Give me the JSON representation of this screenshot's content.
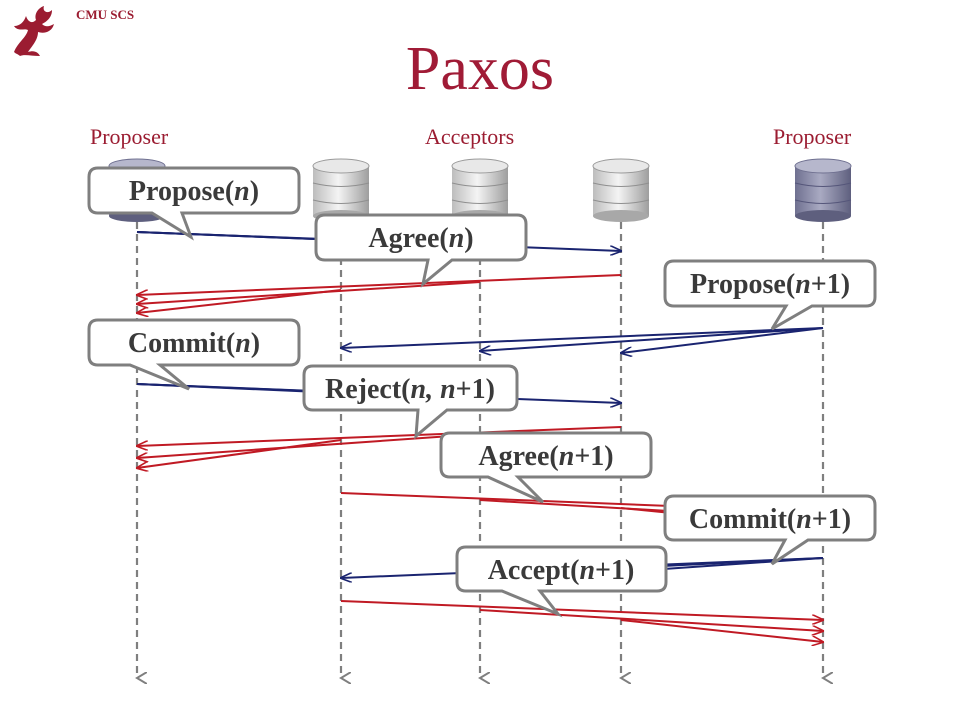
{
  "header": {
    "org": "CMU SCS",
    "title": "Paxos"
  },
  "roles": {
    "left": "Proposer",
    "center": "Acceptors",
    "right": "Proposer"
  },
  "colors": {
    "accent": "#a01b36",
    "request": "#1a2470",
    "reply": "#c01a24",
    "node_proposer": "#8d8ea8",
    "node_acceptor": "#d9d9d9",
    "callout_border": "#7f7f7f"
  },
  "callouts": {
    "propose_n": {
      "pre": "Propose(",
      "var": "n",
      "post": ")"
    },
    "agree_n": {
      "pre": "Agree(",
      "var": "n",
      "post": ")"
    },
    "propose_n1": {
      "pre": "Propose(",
      "var": "n",
      "post": "+1)"
    },
    "commit_n": {
      "pre": "Commit(",
      "var": "n",
      "post": ")"
    },
    "reject": {
      "pre": "Reject(",
      "var": "n, n",
      "post": "+1)"
    },
    "agree_n1": {
      "pre": "Agree(",
      "var": "n",
      "post": "+1)"
    },
    "commit_n1": {
      "pre": "Commit(",
      "var": "n",
      "post": "+1)"
    },
    "accept_n1": {
      "pre": "Accept(",
      "var": "n",
      "post": "+1)"
    }
  }
}
